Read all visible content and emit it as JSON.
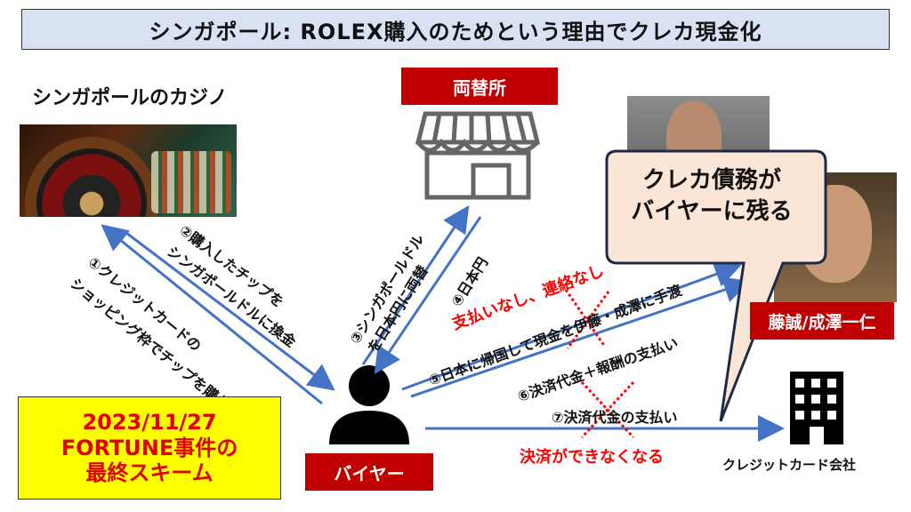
{
  "title": "シンガポール: ROLEX購入のためという理由でクレカ現金化",
  "casino_label": "シンガポールのカジノ",
  "exchange_label": "両替所",
  "buyer_label": "バイヤー",
  "names_label": "藤誠/成澤一仁",
  "callout": {
    "line1": "クレカ債務が",
    "line2": "バイヤーに残る"
  },
  "event_box": {
    "line1": "2023/11/27",
    "line2": "FORTUNE事件の",
    "line3": "最終スキーム"
  },
  "card_company_label": "クレジットカード会社",
  "steps": {
    "s1a": "①クレジットカードの",
    "s1b": "ショッピング枠でチップを購入",
    "s2a": "②購入したチップを",
    "s2b": "シンガポールドルに換金",
    "s3a": "③シンガポールドル",
    "s3b": "を日本円に両替",
    "s4": "④日本円",
    "s5": "⑤日本に帰国して現金を伊藤・成澤に手渡",
    "s6": "⑥決済代金＋報酬の支払い",
    "s7": "⑦決済代金の支払い"
  },
  "notes": {
    "no_payment": "支払いなし、連絡なし",
    "no_settlement": "決済ができなくなる"
  },
  "colors": {
    "accent_red": "#c00000",
    "arrow_blue": "#4472c4",
    "title_bg": "#d9e2f3",
    "highlight": "#ffff00"
  },
  "icons": [
    "roulette-photo",
    "store-icon",
    "person-icon",
    "building-icon",
    "portrait-photo"
  ]
}
